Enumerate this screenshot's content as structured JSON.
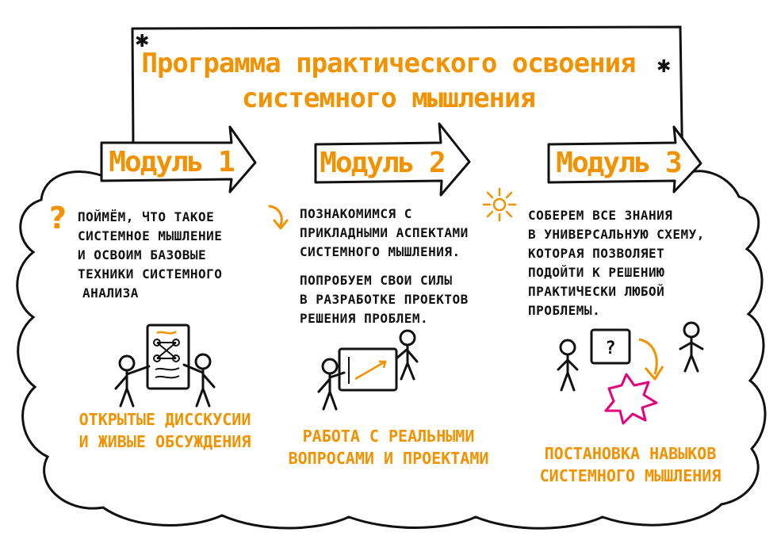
{
  "title": {
    "line1": "Программа практического освоения",
    "line2": "системного мышления"
  },
  "modules": [
    {
      "label": "Модуль 1",
      "description": [
        "Поймём, что такое",
        "системное мышление",
        "и освоим базовые",
        "техники системного",
        "анализа"
      ],
      "caption": [
        "Открытые дисскусии",
        "и живые обсуждения"
      ]
    },
    {
      "label": "Модуль 2",
      "description": [
        "Познакомимся с",
        "прикладными аспектами",
        "системного мышления."
      ],
      "description2": [
        "Попробуем свои силы",
        "в разработке проектов",
        "решения проблем."
      ],
      "caption": [
        "Работа с реальными",
        "вопросами и проектами"
      ]
    },
    {
      "label": "Модуль 3",
      "description": [
        "Соберем все знания",
        "в универсальную схему,",
        "которая позволяет",
        "подойти к решению",
        "практически любой",
        "проблемы."
      ],
      "caption": [
        "Постановка навыков",
        "системного мышления"
      ]
    }
  ],
  "icons": [
    "question-mark-icon",
    "down-arrow-icon",
    "sun-icon",
    "asterisk-icon"
  ],
  "colors": {
    "accent": "#f39200",
    "ink": "#111111",
    "burst": "#e6007e"
  }
}
